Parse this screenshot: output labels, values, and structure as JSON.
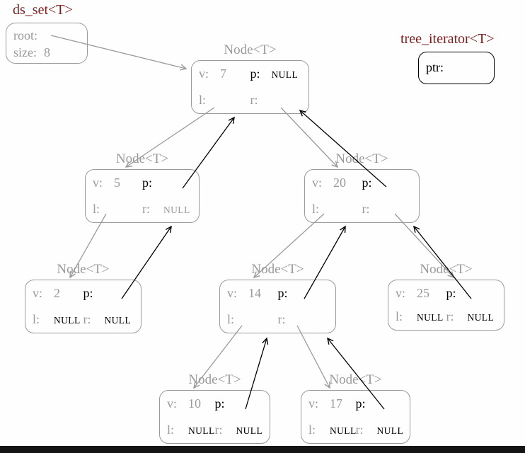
{
  "colors": {
    "gray": "#9a9a9a",
    "black": "#000000",
    "type_title": "#7c1f1f",
    "bottom_bar": "#141414"
  },
  "ds_set": {
    "title": "ds_set<T>",
    "root_label": "root:",
    "size_label": "size:",
    "size_value": "8"
  },
  "tree_iterator": {
    "title": "tree_iterator<T>",
    "ptr_label": "ptr:"
  },
  "node_type_label": "Node<T>",
  "labels": {
    "v": "v:",
    "p": "p:",
    "l": "l:",
    "r": "r:"
  },
  "nodes": [
    {
      "v": "7",
      "p": "NULL",
      "l": "",
      "r": ""
    },
    {
      "v": "5",
      "p": "",
      "l": "",
      "r": "NULL"
    },
    {
      "v": "20",
      "p": "",
      "l": "",
      "r": ""
    },
    {
      "v": "2",
      "p": "",
      "l": "NULL",
      "r": "NULL"
    },
    {
      "v": "14",
      "p": "",
      "l": "",
      "r": ""
    },
    {
      "v": "25",
      "p": "",
      "l": "NULL",
      "r": "NULL"
    },
    {
      "v": "10",
      "p": "",
      "l": "NULL",
      "r": "NULL"
    },
    {
      "v": "17",
      "p": "",
      "l": "NULL",
      "r": "NULL"
    }
  ],
  "edges": {
    "child_pointers": [
      {
        "from": "ds_set.root",
        "to": "7"
      },
      {
        "from": "7.l",
        "to": "5"
      },
      {
        "from": "7.r",
        "to": "20"
      },
      {
        "from": "5.l",
        "to": "2"
      },
      {
        "from": "20.l",
        "to": "14"
      },
      {
        "from": "20.r",
        "to": "25"
      },
      {
        "from": "14.l",
        "to": "10"
      },
      {
        "from": "14.r",
        "to": "17"
      }
    ],
    "parent_pointers": [
      {
        "from": "5.p",
        "to": "7"
      },
      {
        "from": "20.p",
        "to": "7"
      },
      {
        "from": "2.p",
        "to": "5"
      },
      {
        "from": "14.p",
        "to": "20"
      },
      {
        "from": "25.p",
        "to": "20"
      },
      {
        "from": "10.p",
        "to": "14"
      },
      {
        "from": "17.p",
        "to": "14"
      }
    ]
  }
}
